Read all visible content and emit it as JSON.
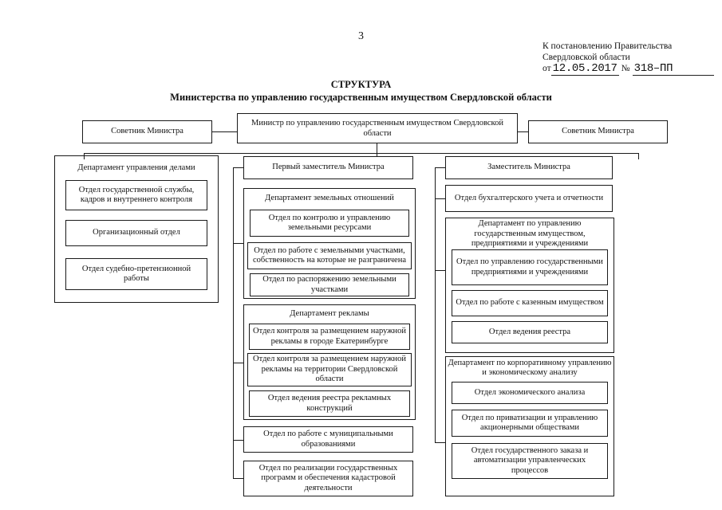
{
  "page": {
    "number": "3",
    "title": "СТРУКТУРА",
    "subtitle": "Министерства по управлению государственным имуществом Свердловской области"
  },
  "approval": {
    "line1": "К постановлению Правительства",
    "line2": "Свердловской области",
    "ot_label": "от",
    "date": "12.05.2017",
    "no_label": "№",
    "number": "318–ПП"
  },
  "chart_data": {
    "type": "diagram",
    "head": {
      "minister": "Министр по управлению государственным имуществом Свердловской области",
      "advisor_left": "Советник Министра",
      "advisor_right": "Советник Министра"
    },
    "columns": [
      {
        "id": "affairs",
        "header": "Департамент управления делами",
        "items": [
          "Отдел государственной службы, кадров и внутреннего контроля",
          "Организационный отдел",
          "Отдел судебно-претензионной работы"
        ]
      },
      {
        "id": "first-deputy",
        "header": "Первый заместитель Министра",
        "groups": [
          {
            "header": "Департамент земельных отношений",
            "items": [
              "Отдел по контролю и управлению земельными ресурсами",
              "Отдел по работе с земельными участками, собственность на которые не разграничена",
              "Отдел по распоряжению земельными участками"
            ]
          },
          {
            "header": "Департамент рекламы",
            "items": [
              "Отдел контроля за размещением наружной рекламы в городе Екатеринбурге",
              "Отдел контроля за размещением наружной рекламы на территории Свердловской области",
              "Отдел ведения реестра рекламных конструкций"
            ]
          }
        ],
        "loose_items": [
          "Отдел по работе с муниципальными образованиями",
          "Отдел по реализации государственных программ и обеспечения кадастровой деятельности"
        ]
      },
      {
        "id": "deputy",
        "header": "Заместитель Министра",
        "loose_items_top": [
          "Отдел бухгалтерского учета и отчетности"
        ],
        "groups": [
          {
            "header": "Департамент по управлению государственным имуществом, предприятиями и учреждениями",
            "items": [
              "Отдел по управлению государственными предприятиями и учреждениями",
              "Отдел по работе с казенным имуществом",
              "Отдел ведения реестра"
            ]
          },
          {
            "header": "Департамент по корпоративному управлению и экономическому анализу",
            "items": [
              "Отдел экономического анализа",
              "Отдел по приватизации и управлению акционерными обществами",
              "Отдел государственного заказа и автоматизации управленческих процессов"
            ]
          }
        ]
      }
    ]
  }
}
